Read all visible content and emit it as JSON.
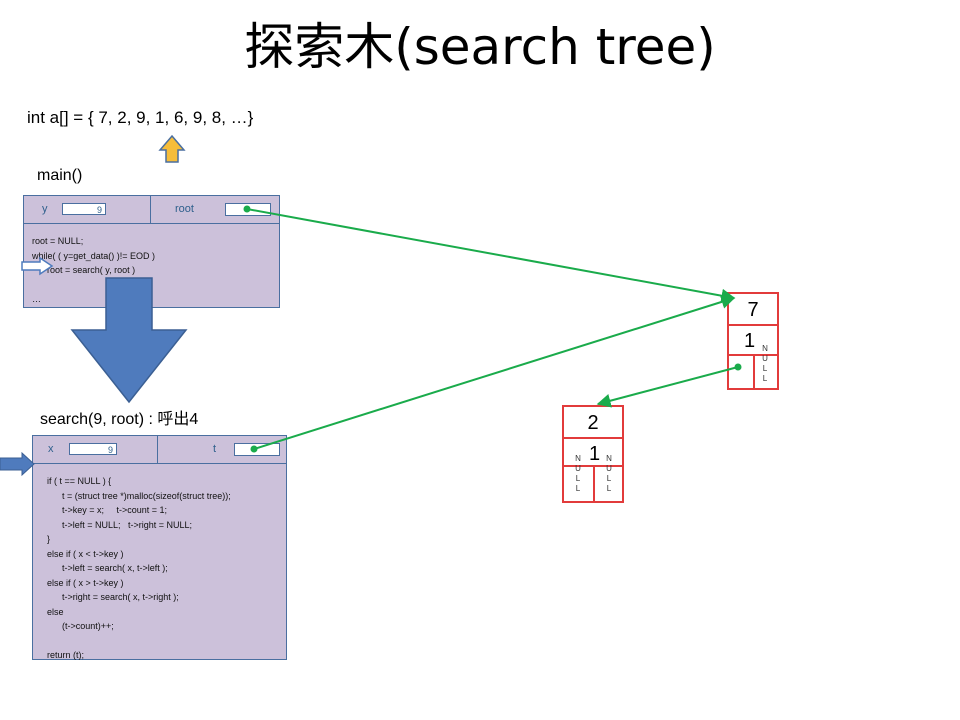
{
  "slide": {
    "title": "探索木(search tree)",
    "array_decl": "int a[] = { 7, 2, 9, 1, 6, 9, 8, …}"
  },
  "main_frame": {
    "label": "main()",
    "var_y_name": "y",
    "var_y_value": "9",
    "var_root_name": "root",
    "code": "root = NULL;\nwhile( ( y=get_data() )!= EOD )\n      root = search( y, root )\n\n…"
  },
  "search_frame": {
    "label": "search(9, root) : 呼出4",
    "var_x_name": "x",
    "var_x_value": "9",
    "var_t_name": "t",
    "code": "if ( t == NULL ) {\n      t = (struct tree *)malloc(sizeof(struct tree));\n      t->key = x;     t->count = 1;\n      t->left = NULL;   t->right = NULL;\n}\nelse if ( x < t->key )\n      t->left = search( x, t->left );\nelse if ( x > t->key )\n      t->right = search( x, t->right );\nelse\n      (t->count)++;\n\nreturn (t);"
  },
  "nodes": [
    {
      "key": "7",
      "count": "1",
      "right": "NULL"
    },
    {
      "key": "2",
      "count": "1",
      "left": "NULL",
      "right": "NULL"
    }
  ],
  "colors": {
    "frame_fill": "#ccc1da",
    "frame_border": "#4a6fa0",
    "node_border": "#e23b3b",
    "pointer": "#1aab4b",
    "arrow_fill": "#4f7bbd",
    "up_arrow_fill": "#f6bd3a"
  }
}
